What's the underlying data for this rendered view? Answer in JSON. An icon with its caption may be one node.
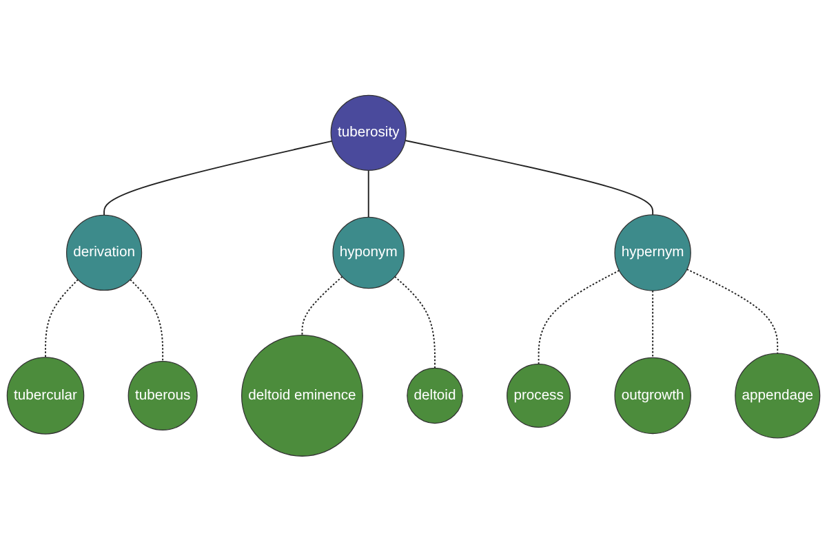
{
  "diagram": {
    "nodes": [
      {
        "text": [
          "tuberosity"
        ]
      },
      {
        "text": [
          "derivation"
        ]
      },
      {
        "text": [
          "hyponym"
        ]
      },
      {
        "text": [
          "hypernym"
        ]
      },
      {
        "text": [
          "tubercular"
        ]
      },
      {
        "text": [
          "tuberous"
        ]
      },
      {
        "text": [
          "deltoid eminence"
        ]
      },
      {
        "text": [
          "deltoid"
        ]
      },
      {
        "text": [
          "process"
        ]
      },
      {
        "text": [
          "outgrowth"
        ]
      },
      {
        "text": [
          "appendage"
        ]
      }
    ],
    "edges": [
      {
        "from": 0,
        "to": 1,
        "arrow": "none"
      },
      {
        "from": 0,
        "to": 2,
        "arrow": "none"
      },
      {
        "from": 0,
        "to": 3,
        "arrow": "none"
      },
      {
        "from": 1,
        "to": 4,
        "arrow": "none",
        "style": "dashed"
      },
      {
        "from": 1,
        "to": 5,
        "arrow": "none",
        "style": "dashed"
      },
      {
        "from": 2,
        "to": 6,
        "arrow": "none",
        "style": "dashed"
      },
      {
        "from": 2,
        "to": 7,
        "arrow": "none",
        "style": "dashed"
      },
      {
        "from": 3,
        "to": 8,
        "arrow": "none",
        "style": "dashed"
      },
      {
        "from": 3,
        "to": 9,
        "arrow": "none",
        "style": "dashed"
      },
      {
        "from": 3,
        "to": 10,
        "arrow": "none",
        "style": "dashed"
      }
    ]
  }
}
